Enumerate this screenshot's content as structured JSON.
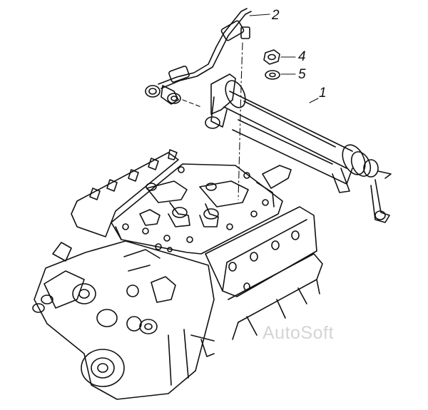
{
  "callouts": [
    {
      "id": "1",
      "text": "1"
    },
    {
      "id": "2",
      "text": "2"
    },
    {
      "id": "4",
      "text": "4"
    },
    {
      "id": "5",
      "text": "5"
    }
  ],
  "watermark": "AutoSoft",
  "colors": {
    "line": "#111111",
    "watermark": "#d4d4d4",
    "background": "#ffffff"
  }
}
